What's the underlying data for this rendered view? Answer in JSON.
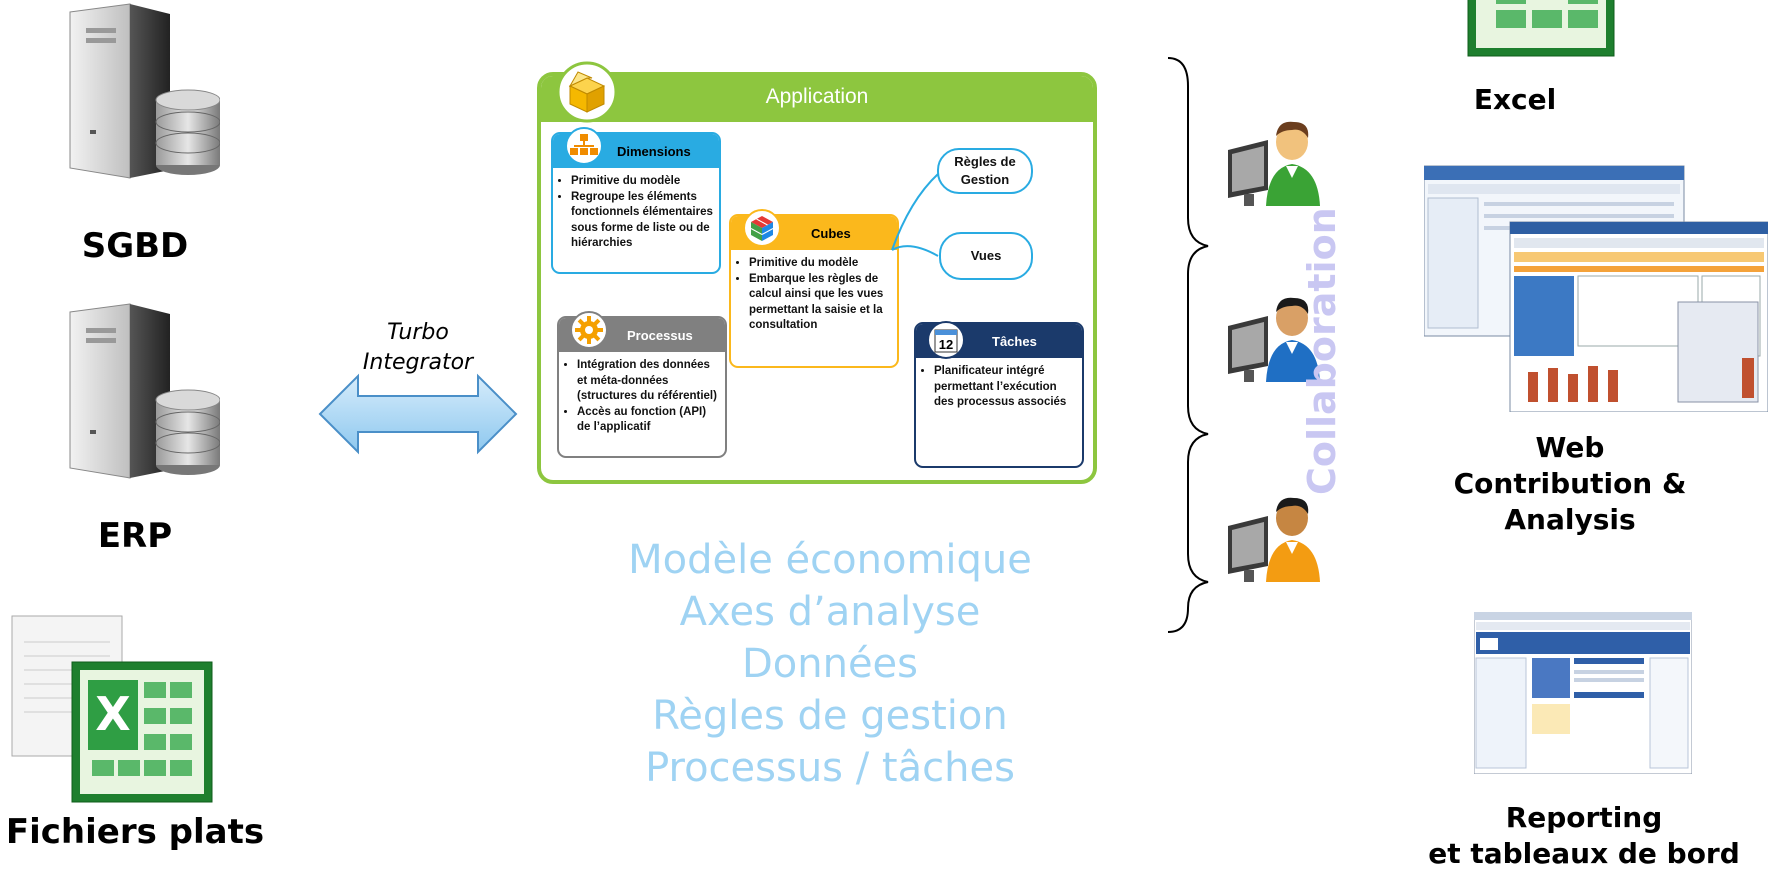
{
  "sources": {
    "sgbd_label": "SGBD",
    "erp_label": "ERP",
    "flat_files_label": "Fichiers plats"
  },
  "connector": {
    "line1": "Turbo",
    "line2": "Integrator"
  },
  "application": {
    "title": "Application",
    "dimensions": {
      "title": "Dimensions",
      "bullets": [
        "Primitive du modèle",
        "Regroupe les éléments fonctionnels élémentaires sous forme de liste ou de hiérarchies"
      ]
    },
    "cubes": {
      "title": "Cubes",
      "bullets": [
        "Primitive du modèle",
        "Embarque les règles de calcul ainsi que les vues permettant la saisie et la consultation"
      ]
    },
    "processus": {
      "title": "Processus",
      "bullets": [
        "Intégration des données et méta-données (structures du référentiel)",
        "Accès au fonction (API) de l’applicatif"
      ]
    },
    "taches": {
      "title": "Tâches",
      "bullets": [
        "Planificateur intégré permettant l’exécution des processus associés"
      ],
      "calendar_number": "12"
    },
    "regles_line1": "Règles de",
    "regles_line2": "Gestion",
    "vues": "Vues"
  },
  "model_lines": [
    "Modèle économique",
    "Axes d’analyse",
    "Données",
    "Règles de gestion",
    "Processus / tâches"
  ],
  "collaboration_label": "Collaboration",
  "outputs": {
    "excel_label": "Excel",
    "web_line1": "Web",
    "web_line2": "Contribution &",
    "web_line3": "Analysis",
    "reporting_line1": "Reporting",
    "reporting_line2": "et tableaux de bord"
  },
  "colors": {
    "app_green": "#8dc63f",
    "dimensions_blue": "#29abe2",
    "cubes_yellow": "#fbb81c",
    "processus_gray": "#808080",
    "taches_navy": "#1b3a6b",
    "model_text": "#9fd3f3",
    "collaboration_text": "#c9c7f2"
  },
  "icons": [
    "server-icon",
    "database-icon",
    "excel-file-icon",
    "document-icon",
    "box-icon",
    "org-chart-icon",
    "cube-icon",
    "gear-icon",
    "calendar-icon",
    "user-computer-icon",
    "browser-screenshot-icon"
  ]
}
